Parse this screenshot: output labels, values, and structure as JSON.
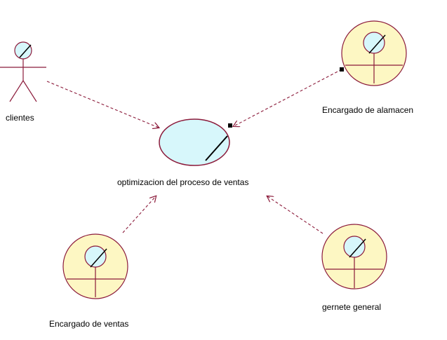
{
  "diagram": {
    "type": "uml-use-case",
    "colors": {
      "stroke": "#8b1a3a",
      "worker_fill": "#fdf7c3",
      "head_fill": "#d7f7fb",
      "usecase_fill": "#d7f7fb",
      "text": "#000000"
    },
    "use_case": {
      "label": "optimizacion del proceso de ventas"
    },
    "actor": {
      "label": "clientes",
      "icon": "stick-figure-actor-icon"
    },
    "workers": [
      {
        "id": "almacen",
        "label": "Encargado de alamacen",
        "icon": "business-worker-icon"
      },
      {
        "id": "ventas",
        "label": "Encargado de ventas",
        "icon": "business-worker-icon"
      },
      {
        "id": "gerente",
        "label": "gernete general",
        "icon": "business-worker-icon"
      }
    ]
  }
}
